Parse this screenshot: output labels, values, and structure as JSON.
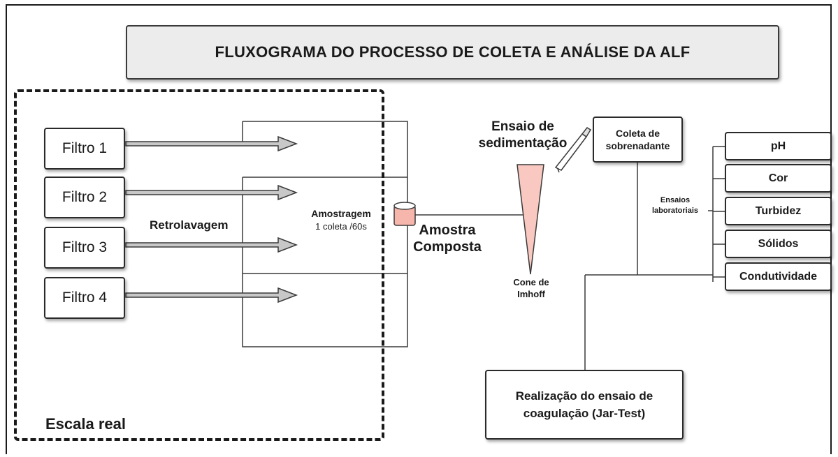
{
  "title": "FLUXOGRAMA DO PROCESSO DE COLETA E ANÁLISE DA ALF",
  "filters": [
    "Filtro 1",
    "Filtro 2",
    "Filtro 3",
    "Filtro 4"
  ],
  "retrolavagem": "Retrolavagem",
  "amostragem": {
    "title": "Amostragem",
    "detail": "1 coleta /60s"
  },
  "amostra_composta": {
    "line1": "Amostra",
    "line2": "Composta"
  },
  "ensaio_sedimentacao": {
    "line1": "Ensaio de",
    "line2": "sedimentação"
  },
  "cone": {
    "line1": "Cone de",
    "line2": "Imhoff",
    "fill_color": "#f9c9c1"
  },
  "coleta_sobrenadante": "Coleta de sobrenadante",
  "ensaios_laboratoriais": {
    "line1": "Ensaios",
    "line2": "laboratoriais"
  },
  "parameters": [
    "pH",
    "Cor",
    "Turbidez",
    "Sólidos",
    "Condutividade"
  ],
  "jar_test": "Realização do ensaio de coagulação (Jar-Test)",
  "escala_real": "Escala real",
  "colors": {
    "arrow_fill": "#c8c8c8",
    "cup_fill": "#f7b6ab",
    "title_bg": "#ececec"
  }
}
